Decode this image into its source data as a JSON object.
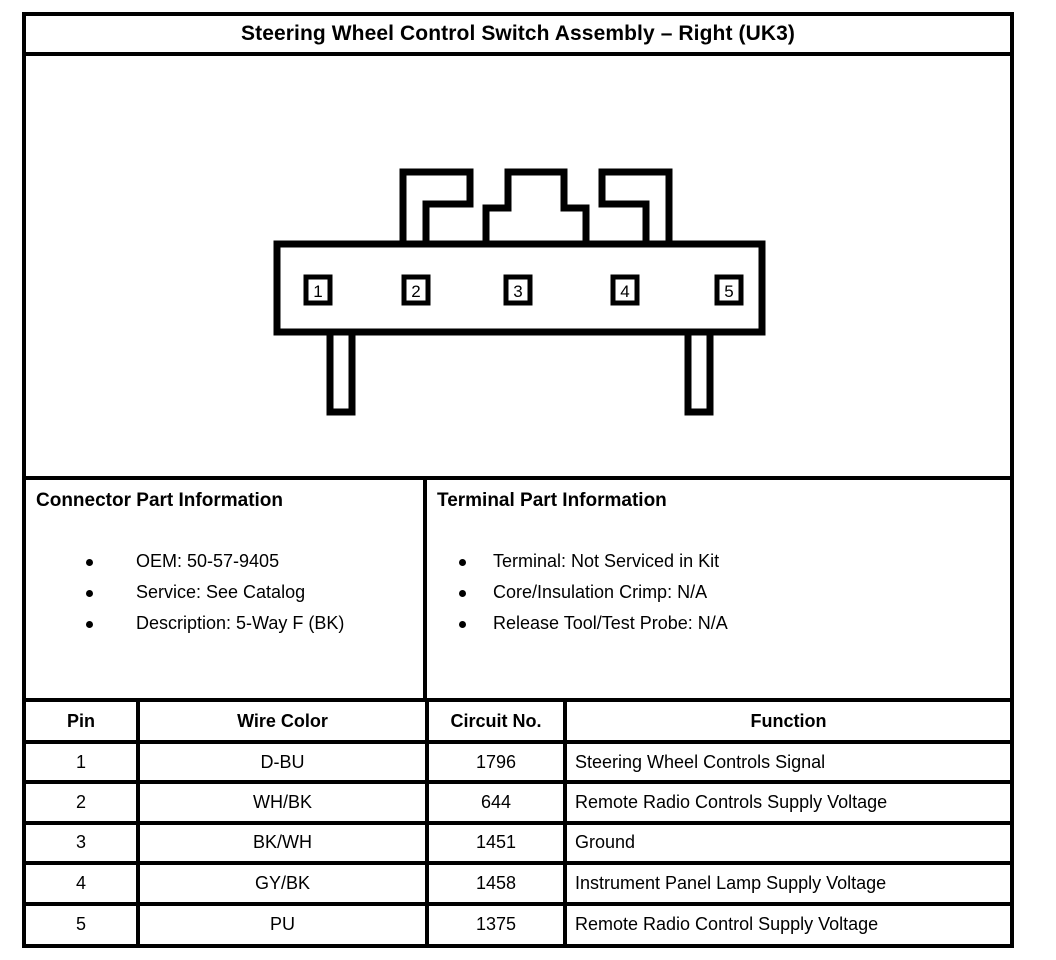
{
  "title": "Steering Wheel Control Switch Assembly – Right (UK3)",
  "diagram": {
    "name": "5-way-connector-face-view",
    "pin_labels": [
      "1",
      "2",
      "3",
      "4",
      "5"
    ]
  },
  "connector_info": {
    "heading": "Connector Part Information",
    "items": [
      "OEM: 50-57-9405",
      "Service: See Catalog",
      "Description: 5-Way F (BK)"
    ]
  },
  "terminal_info": {
    "heading": "Terminal Part Information",
    "items": [
      "Terminal: Not Serviced in Kit",
      "Core/Insulation Crimp: N/A",
      "Release Tool/Test Probe: N/A"
    ]
  },
  "pin_table": {
    "headers": [
      "Pin",
      "Wire Color",
      "Circuit No.",
      "Function"
    ],
    "rows": [
      {
        "pin": "1",
        "color": "D-BU",
        "circuit": "1796",
        "function": "Steering Wheel Controls Signal"
      },
      {
        "pin": "2",
        "color": "WH/BK",
        "circuit": "644",
        "function": "Remote Radio Controls Supply Voltage"
      },
      {
        "pin": "3",
        "color": "BK/WH",
        "circuit": "1451",
        "function": "Ground"
      },
      {
        "pin": "4",
        "color": "GY/BK",
        "circuit": "1458",
        "function": "Instrument Panel Lamp Supply Voltage"
      },
      {
        "pin": "5",
        "color": "PU",
        "circuit": "1375",
        "function": "Remote Radio Control Supply Voltage"
      }
    ]
  },
  "colors": {
    "ink": "#000000",
    "paper": "#ffffff"
  }
}
